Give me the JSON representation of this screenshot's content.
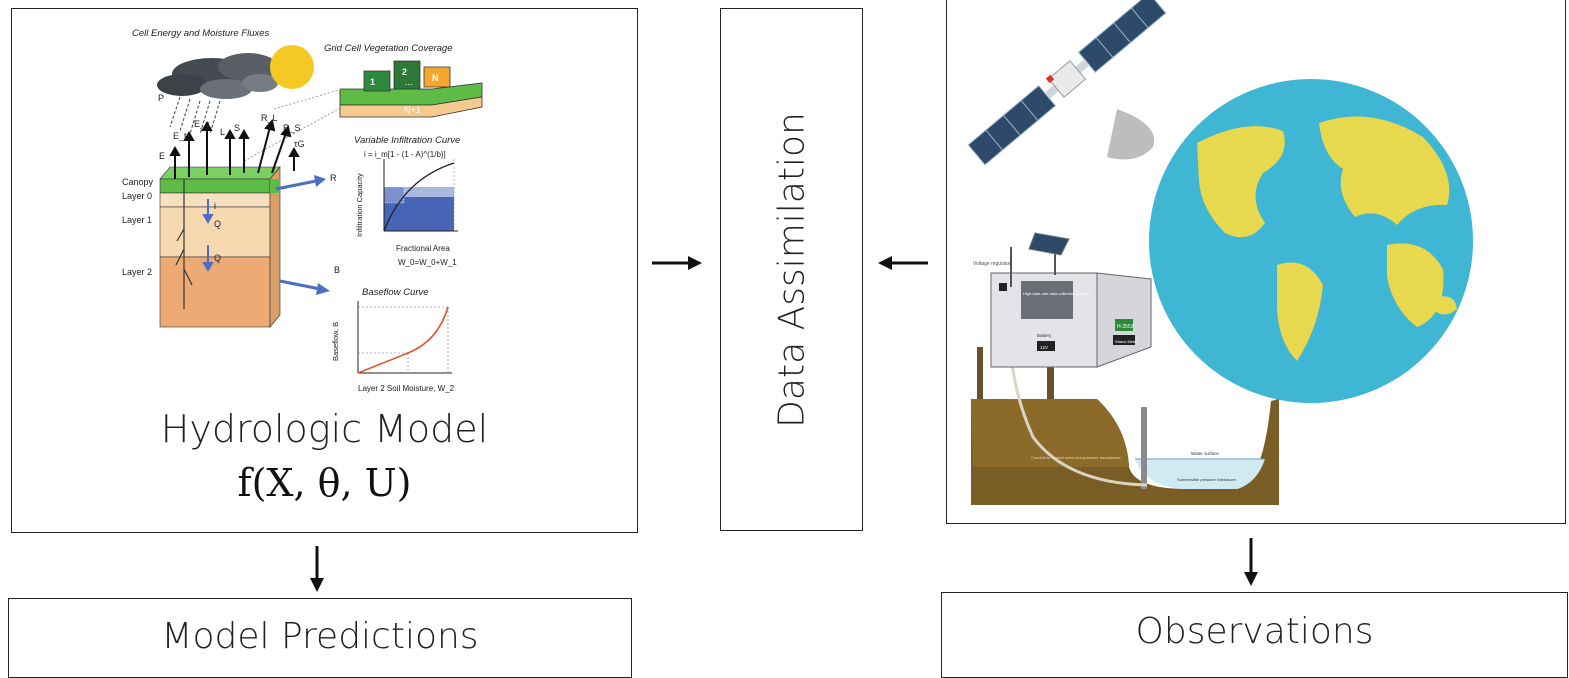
{
  "model": {
    "title": "Hydrologic Model",
    "formula": "f(X, θ, U)",
    "fig": {
      "flux_title": "Cell Energy and Moisture Fluxes",
      "veg_title": "Grid Cell Vegetation Coverage",
      "veg_tiles": [
        "1",
        "2",
        "...",
        "N",
        "N+1"
      ],
      "infil_title": "Variable Infiltration Curve",
      "infil_eq": "i = i_m[1 - (1 - A)^(1/b)]",
      "infil_ylabel": "Infiltration Capacity",
      "infil_xlabel": "Fractional Area",
      "infil_note": "W_0=W_0+W_1",
      "baseflow_title": "Baseflow Curve",
      "baseflow_ylabel": "Baseflow, B",
      "baseflow_xlabel": "Layer 2 Soil Moisture, W_2",
      "layers": [
        "Canopy",
        "Layer 0",
        "Layer 1",
        "Layer 2"
      ],
      "flux_labels": [
        "P",
        "E",
        "E_t",
        "E_c",
        "L",
        "S",
        "R_L",
        "R_S",
        "τG",
        "R",
        "B",
        "Q",
        "Q",
        "i"
      ]
    }
  },
  "assimilation": {
    "label": "Data Assimilation"
  },
  "observations": {
    "label": "Observations",
    "station_labels": [
      "Voltage regulator",
      "High-data rate data collection platform",
      "Battery",
      "12V",
      "H-3553",
      "Status Meter",
      "Water surface",
      "Conduit for vented wires and pressure transducers",
      "Submersible pressure transducer"
    ]
  },
  "predictions": {
    "label": "Model Predictions"
  },
  "colors": {
    "canopy": "#5dbb46",
    "soil_top": "#f6d9b0",
    "soil_mid": "#f1b97c",
    "soil_deep": "#e8935a",
    "arrow_blue": "#4a6fc1",
    "ocean": "#3fb6d3",
    "land": "#e7d84e",
    "sun": "#f5c924"
  }
}
